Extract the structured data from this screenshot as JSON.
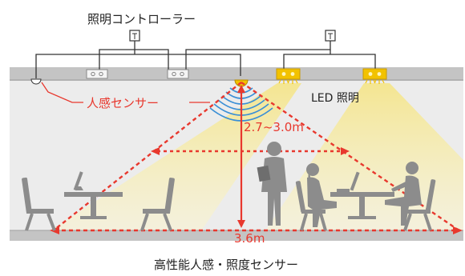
{
  "labels": {
    "controller": "照明コントローラー",
    "motion_sensor": "人感センサー",
    "led": "LED 照明",
    "height": "2.7~3.0m",
    "width": "3.6m",
    "caption": "高性能人感・照度センサー"
  },
  "colors": {
    "accent_red": "#e8382e",
    "ceiling_band": "#c8c8c8",
    "room_fill": "#ebebeb",
    "light_cone": "#f7eeb4",
    "led_fixture": "#f0b400",
    "sensor_waves": "#3a8fd6",
    "silhouettes": "#8c8c8c"
  }
}
